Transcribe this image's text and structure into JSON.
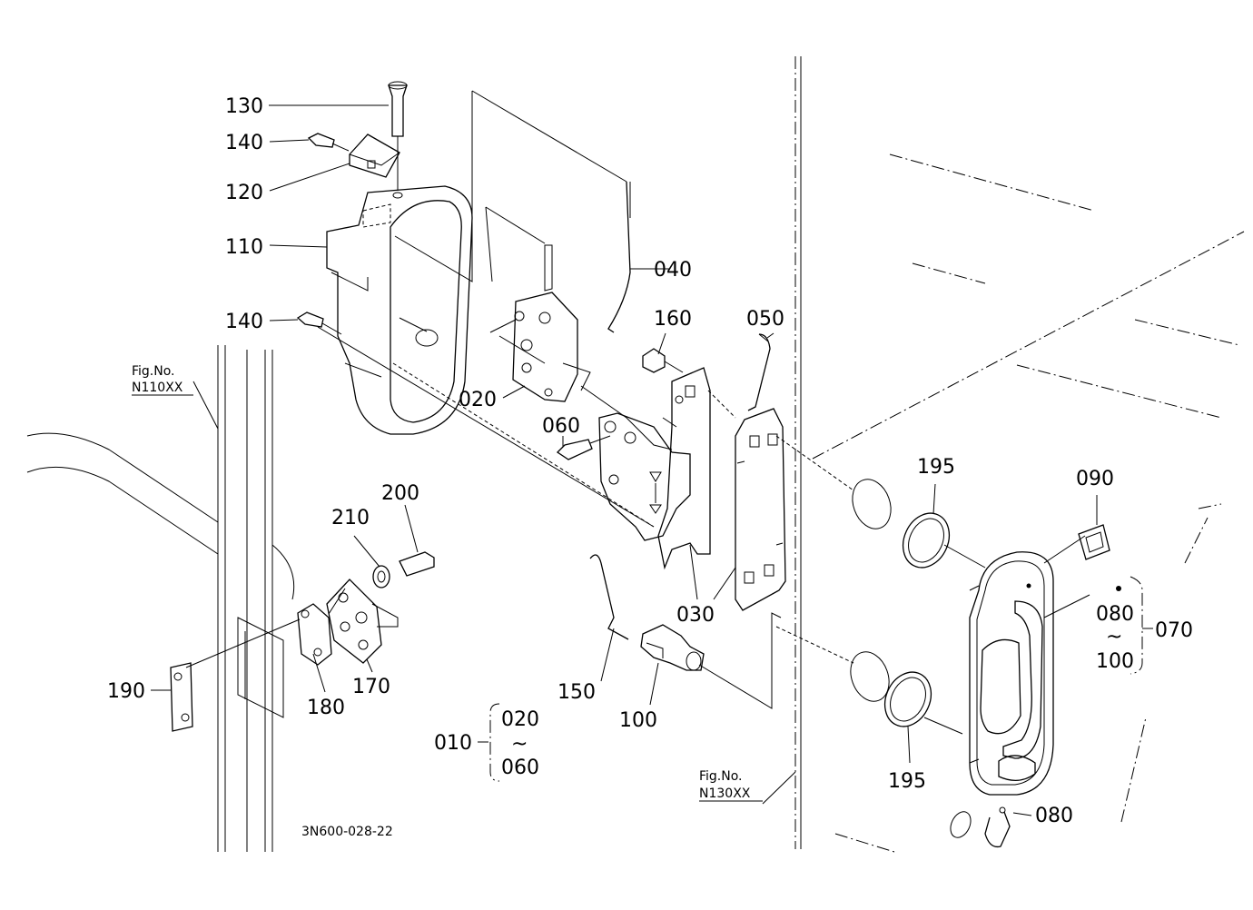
{
  "diagram_code": "3N600-028-22",
  "references": [
    {
      "title": "Fig.No.",
      "code": "N110XX"
    },
    {
      "title": "Fig.No.",
      "code": "N130XX"
    }
  ],
  "parts": {
    "p130": "130",
    "p140a": "140",
    "p120": "120",
    "p110": "110",
    "p140b": "140",
    "p040": "040",
    "p160": "160",
    "p050": "050",
    "p020": "020",
    "p060": "060",
    "p030": "030",
    "p195a": "195",
    "p090": "090",
    "p200": "200",
    "p210": "210",
    "p190": "190",
    "p180": "180",
    "p170": "170",
    "p150": "150",
    "p100": "100",
    "p195b": "195",
    "p080b": "080"
  },
  "groups": {
    "g010": {
      "label": "010",
      "from": "020",
      "tilde": "~",
      "to": "060"
    },
    "g070": {
      "label": "070",
      "from": "080",
      "tilde": "~",
      "to": "100"
    }
  }
}
